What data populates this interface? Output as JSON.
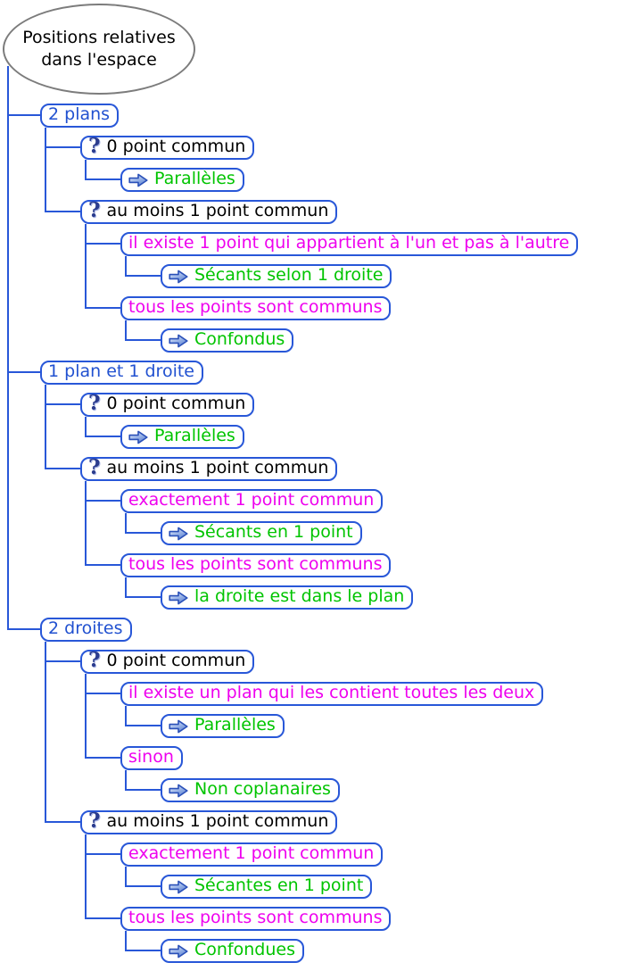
{
  "root": {
    "line1": "Positions relatives",
    "line2": "dans l'espace"
  },
  "icons": {
    "question": "?",
    "arrow": "arrow-right"
  },
  "colors": {
    "edge_blue": "#2857d8",
    "text_blue": "#2151d0",
    "text_magenta": "#ee00ee",
    "text_green": "#00c400",
    "text_black": "#000000",
    "ellipse_gray": "#7c7c7c",
    "question_icon_blue": "#2b3c8e"
  },
  "tree": {
    "branches": [
      {
        "label": "2 plans",
        "children": [
          {
            "label": "0 point commun",
            "children": [
              {
                "label": "Parallèles"
              }
            ]
          },
          {
            "label": "au moins 1 point commun",
            "children": [
              {
                "label": "il existe 1 point qui appartient à l'un et pas à l'autre",
                "children": [
                  {
                    "label": "Sécants selon 1 droite"
                  }
                ]
              },
              {
                "label": "tous les points sont communs",
                "children": [
                  {
                    "label": "Confondus"
                  }
                ]
              }
            ]
          }
        ]
      },
      {
        "label": "1 plan et 1 droite",
        "children": [
          {
            "label": "0 point commun",
            "children": [
              {
                "label": "Parallèles"
              }
            ]
          },
          {
            "label": "au moins 1 point commun",
            "children": [
              {
                "label": "exactement 1 point commun",
                "children": [
                  {
                    "label": "Sécants en 1 point"
                  }
                ]
              },
              {
                "label": "tous les points sont communs",
                "children": [
                  {
                    "label": "la droite est dans le plan"
                  }
                ]
              }
            ]
          }
        ]
      },
      {
        "label": "2 droites",
        "children": [
          {
            "label": "0 point commun",
            "children": [
              {
                "label": "il existe un plan qui les contient toutes les deux",
                "children": [
                  {
                    "label": "Parallèles"
                  }
                ]
              },
              {
                "label": "sinon",
                "children": [
                  {
                    "label": "Non coplanaires"
                  }
                ]
              }
            ]
          },
          {
            "label": "au moins 1 point commun",
            "children": [
              {
                "label": "exactement 1 point commun",
                "children": [
                  {
                    "label": "Sécantes en 1 point"
                  }
                ]
              },
              {
                "label": "tous les points sont communs",
                "children": [
                  {
                    "label": "Confondues"
                  }
                ]
              }
            ]
          }
        ]
      }
    ]
  }
}
